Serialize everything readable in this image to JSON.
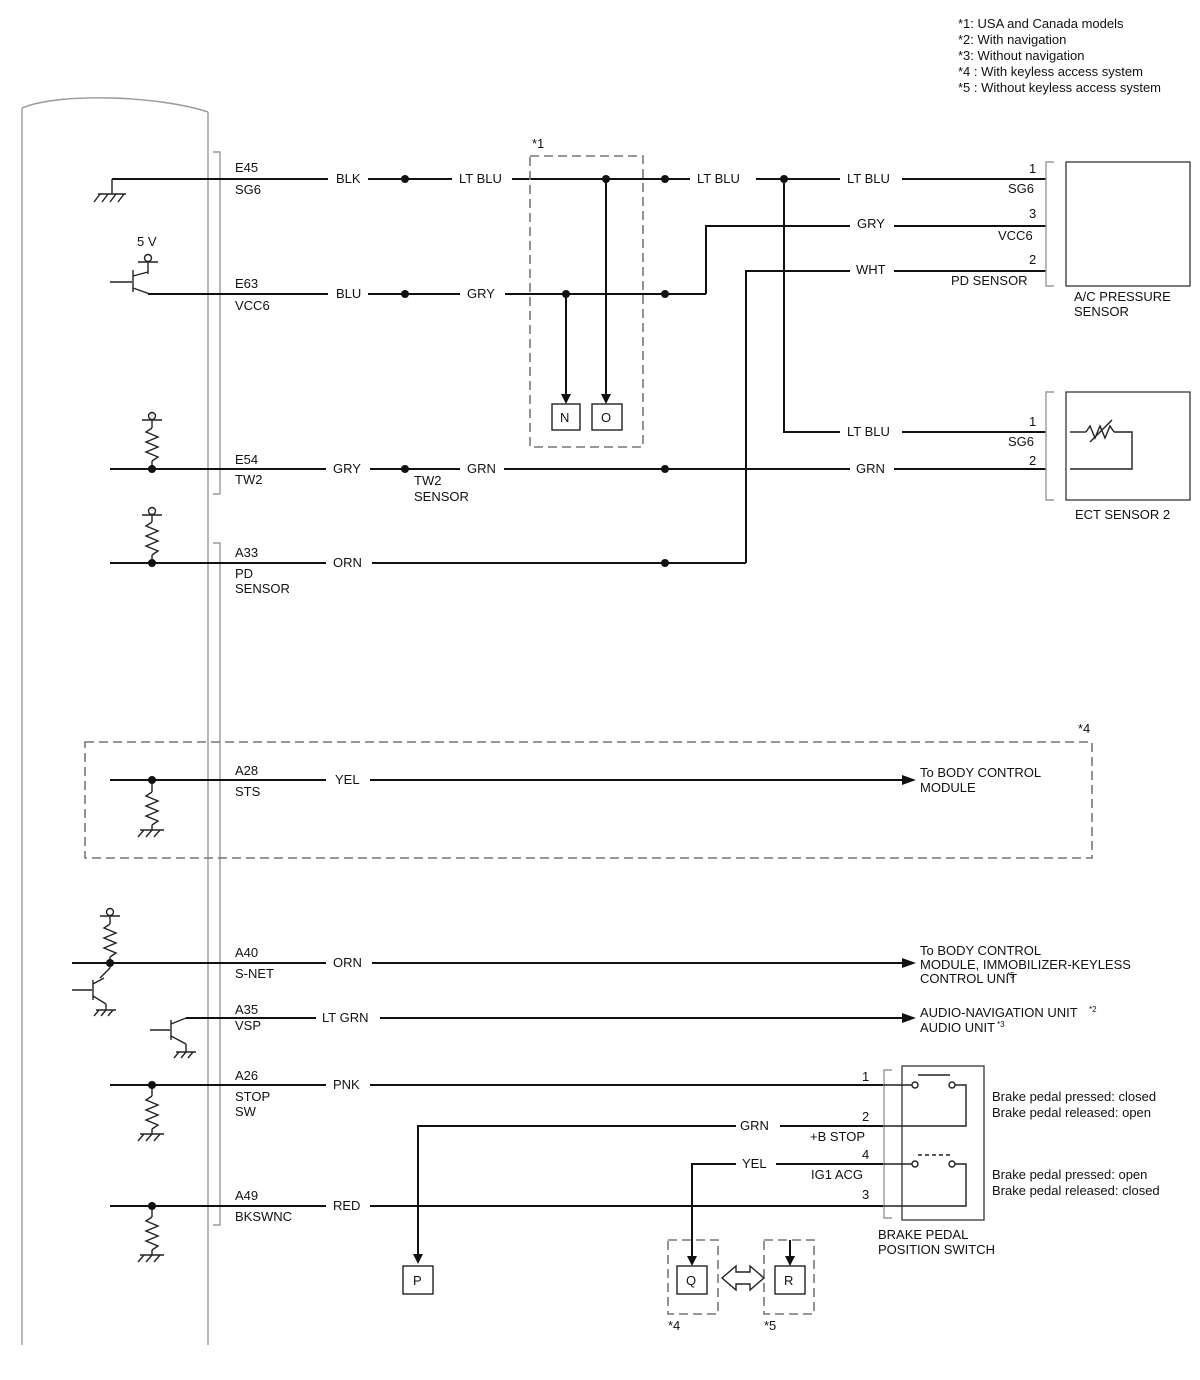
{
  "notes": [
    "*1: USA and Canada models",
    "*2: With navigation",
    "*3: Without navigation",
    "*4 : With keyless access system",
    "*5 : Without keyless access system"
  ],
  "ecm_pins": [
    {
      "pin": "E45",
      "name": "SG6",
      "wire": "BLK"
    },
    {
      "pin": "E63",
      "name": "VCC6",
      "wire": "BLU"
    },
    {
      "pin": "E54",
      "name": "TW2",
      "wire": "GRY"
    },
    {
      "pin": "A33",
      "name": "PD",
      "name2": "SENSOR",
      "wire": "ORN"
    },
    {
      "pin": "A28",
      "name": "STS",
      "wire": "YEL"
    },
    {
      "pin": "A40",
      "name": "S-NET",
      "wire": "ORN"
    },
    {
      "pin": "A35",
      "name": "VSP",
      "wire": "LT GRN"
    },
    {
      "pin": "A26",
      "name": "STOP",
      "name2": "SW",
      "wire": "PNK"
    },
    {
      "pin": "A49",
      "name": "BKSWNC",
      "wire": "RED"
    }
  ],
  "five_v": "5 V",
  "wires": {
    "lt_blu": "LT BLU",
    "gry": "GRY",
    "wht": "WHT",
    "grn": "GRN",
    "yel": "YEL"
  },
  "tw2_sensor": [
    "TW2",
    "SENSOR"
  ],
  "note_marks": {
    "n1": "*1",
    "n4": "*4",
    "n5": "*5"
  },
  "connectors": {
    "n": "N",
    "o": "O",
    "p": "P",
    "q": "Q",
    "r": "R"
  },
  "ac_sensor": {
    "name": [
      "A/C PRESSURE",
      "SENSOR"
    ],
    "pins": [
      {
        "num": "1",
        "name": "SG6"
      },
      {
        "num": "3",
        "name": "VCC6"
      },
      {
        "num": "2",
        "name": "PD SENSOR"
      }
    ]
  },
  "ect_sensor": {
    "name": "ECT SENSOR 2",
    "pins": [
      {
        "num": "1",
        "name": "SG6"
      },
      {
        "num": "2",
        "name": ""
      }
    ]
  },
  "destinations": {
    "bcm": [
      "To BODY CONTROL",
      "MODULE"
    ],
    "bcm_immo": [
      "To BODY CONTROL",
      "MODULE, IMMOBILIZER-KEYLESS",
      "CONTROL UNIT"
    ],
    "bcm_immo_sup": "*5",
    "audio_nav": "AUDIO-NAVIGATION UNIT",
    "audio_nav_sup": "*2",
    "audio": "AUDIO UNIT",
    "audio_sup": "*3"
  },
  "brake_switch": {
    "name": [
      "BRAKE PEDAL",
      "POSITION SWITCH"
    ],
    "pins": [
      {
        "num": "1",
        "name": ""
      },
      {
        "num": "2",
        "name": "+B STOP"
      },
      {
        "num": "4",
        "name": "IG1 ACG"
      },
      {
        "num": "3",
        "name": ""
      }
    ],
    "state1": [
      "Brake pedal pressed: closed",
      "Brake pedal released: open"
    ],
    "state2": [
      "Brake pedal pressed: open",
      "Brake pedal released: closed"
    ]
  }
}
